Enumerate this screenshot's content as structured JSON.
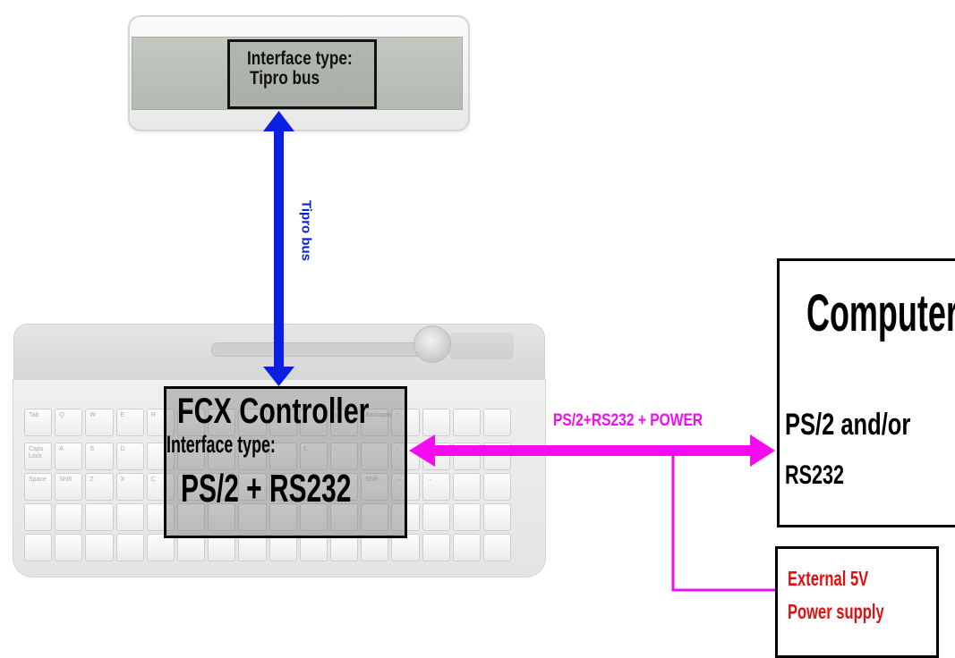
{
  "display": {
    "label_line1": "Interface type:",
    "label_line2": "Tipro bus"
  },
  "bus_label": "Tipro bus",
  "controller": {
    "title": "FCX Controller",
    "interface_label": "Interface type:",
    "interface_value": "PS/2 + RS232"
  },
  "link_label": "PS/2+RS232 + POWER",
  "computer": {
    "title": "Computer",
    "line1": "PS/2 and/or",
    "line2": "RS232"
  },
  "power_supply": {
    "line1": "External 5V",
    "line2": "Power supply"
  },
  "keyboard_keys": {
    "row1": [
      "Tab",
      "Q",
      "W",
      "E",
      "R",
      "",
      "",
      "",
      "",
      "",
      "}",
      "Backspace",
      "↑"
    ],
    "row2": [
      "Caps Lock",
      "A",
      "S",
      "D",
      "",
      "",
      "",
      "",
      "",
      "L",
      ":",
      "",
      "↓"
    ],
    "row3": [
      "Space",
      "Shift",
      "Z",
      "X",
      "C",
      "",
      "",
      "",
      "",
      "",
      "",
      "Shift",
      "←",
      "→"
    ]
  },
  "colors": {
    "bus_arrow": "#0a1fe0",
    "link_arrow": "#f40cf0",
    "power_text": "#e01010"
  }
}
